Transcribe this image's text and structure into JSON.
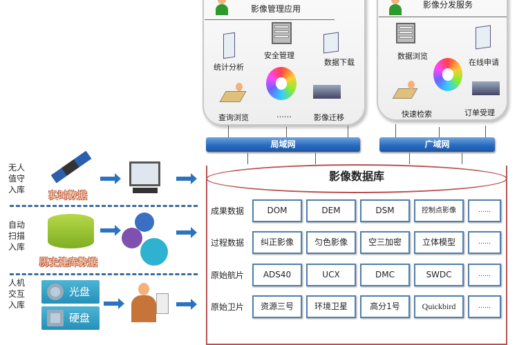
{
  "mgmt_panel": {
    "title": "影像管理应用",
    "items": [
      "统计分析",
      "安全管理",
      "数据下载",
      "查询浏览",
      "……",
      "影像迁移"
    ]
  },
  "dist_panel": {
    "title": "影像分发服务",
    "items": [
      "数据浏览",
      "在线申请",
      "快速检索",
      "订单受理"
    ]
  },
  "networks": {
    "lan": "局域网",
    "wan": "广域网"
  },
  "database": {
    "title": "影像数据库",
    "rows": [
      {
        "label": "成果数据",
        "cells": [
          "DOM",
          "DEM",
          "DSM",
          "控制点影像",
          "……"
        ]
      },
      {
        "label": "过程数据",
        "cells": [
          "纠正影像",
          "匀色影像",
          "空三加密",
          "立体模型",
          "……"
        ]
      },
      {
        "label": "原始航片",
        "cells": [
          "ADS40",
          "UCX",
          "DMC",
          "SWDC",
          "……"
        ]
      },
      {
        "label": "原始卫片",
        "cells": [
          "资源三号",
          "环境卫星",
          "高分1号",
          "Quickbird",
          "……"
        ]
      }
    ]
  },
  "ingest": [
    {
      "mode": "无人值守入库",
      "source": "实时数据"
    },
    {
      "mode": "自动扫描入库",
      "source": "历史建库数据"
    },
    {
      "mode": "人机交互入库",
      "media": [
        "光盘",
        "硬盘"
      ]
    }
  ]
}
